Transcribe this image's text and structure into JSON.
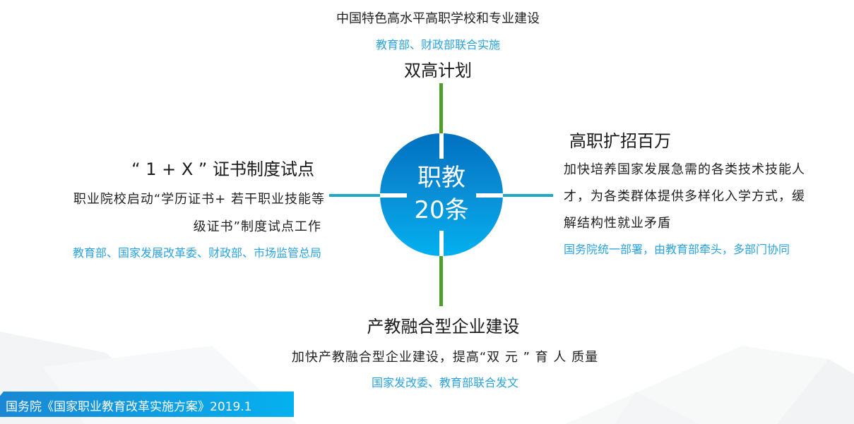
{
  "center": {
    "line1": "职教",
    "line2": "20条"
  },
  "top": {
    "desc": "中国特色高水平高职学校和专业建设",
    "source": "教育部、财政部联合实施",
    "title": "双高计划"
  },
  "left": {
    "title": "“ 1 + X ” 证书制度试点",
    "desc_line1": "职业院校启动“学历证书+ 若干职业技能等",
    "desc_line2": "级证书”制度试点工作",
    "source": "教育部、国家发展改革委、财政部、市场监管总局"
  },
  "right": {
    "title": "高职扩招百万",
    "desc_line1": "加快培养国家发展急需的各类技术技能人",
    "desc_line2": "才，为各类群体提供多样化入学方式，缓",
    "desc_line3": "解结构性就业矛盾",
    "source": "国务院统一部署，由教育部牵头，多部门协同"
  },
  "bottom": {
    "title": "产教融合型企业建设",
    "desc": "加快产教融合型企业建设，提高“双 元 ” 育 人 质量",
    "source": "国家发改委、教育部联合发文"
  },
  "footer": {
    "text": "国务院《国家职业教育改革实施方案》2019.1"
  },
  "colors": {
    "vertical_line": "#4e9e2c",
    "horizontal_line": "#1ea9c3",
    "hub_top": "#0170c0",
    "hub_bottom": "#02b0ef",
    "source_text": "#2aa3e0",
    "footer_bar": "#1a88d4"
  }
}
